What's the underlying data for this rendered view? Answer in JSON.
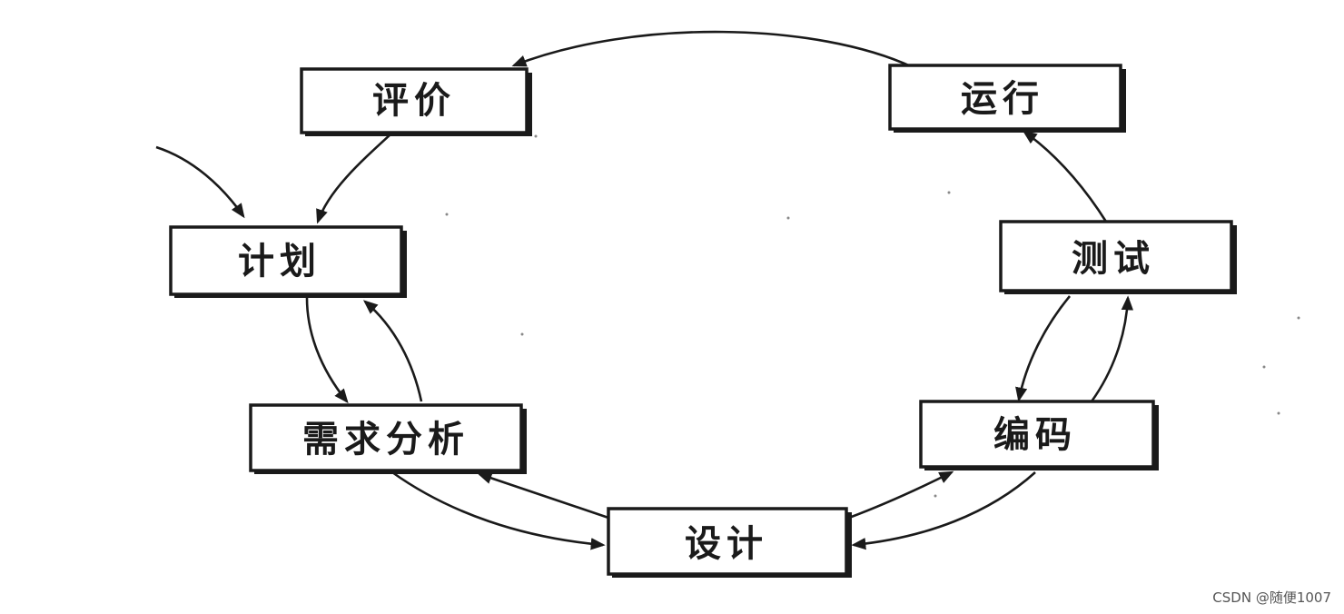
{
  "nodes": {
    "pingjia": "评价",
    "jihua": "计划",
    "xuqiu": "需求分析",
    "sheji": "设计",
    "bianma": "编码",
    "ceshi": "测试",
    "yunxing": "运行"
  },
  "watermark": "CSDN @随便1007",
  "colors": {
    "ink": "#1a1a1a",
    "background": "#ffffff"
  }
}
